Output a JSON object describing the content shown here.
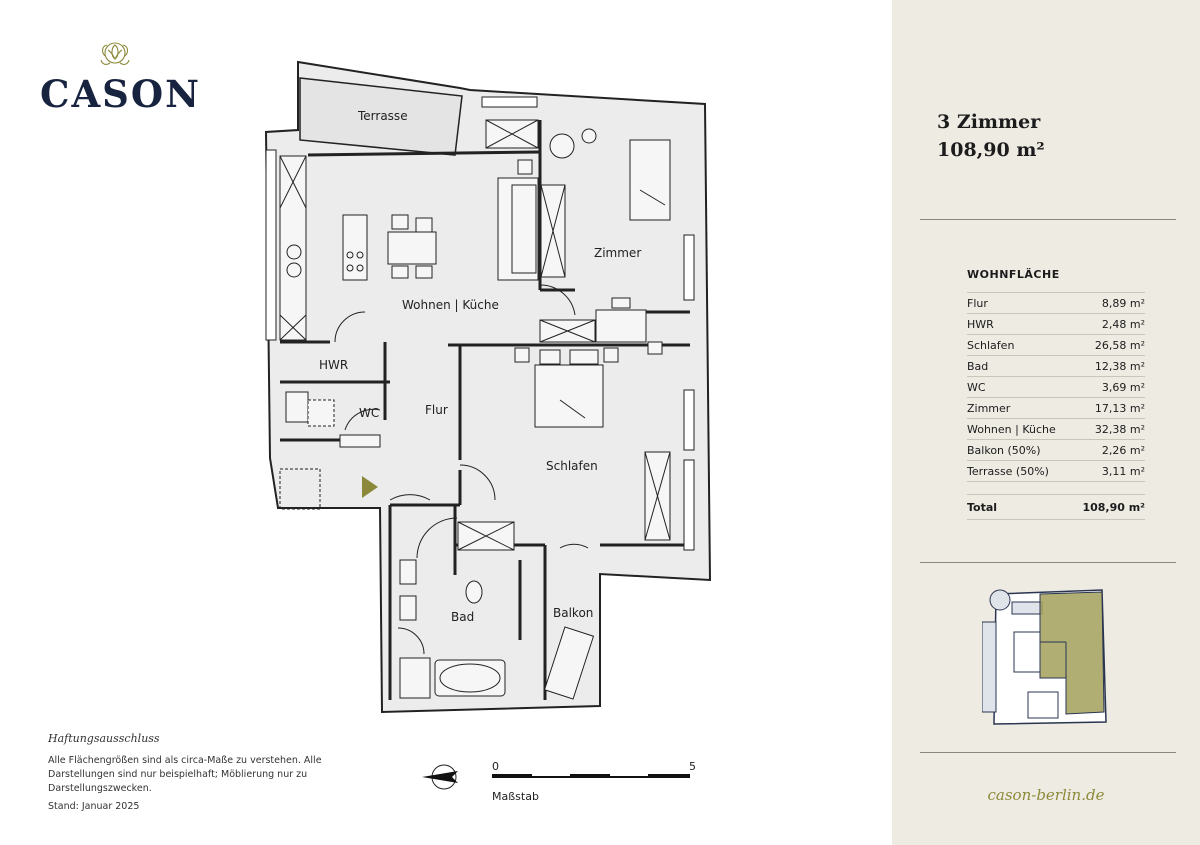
{
  "brand": {
    "name": "CASON"
  },
  "rooms": {
    "terrasse": "Terrasse",
    "zimmer": "Zimmer",
    "wohnen": "Wohnen | Küche",
    "hwr": "HWR",
    "wc": "WC",
    "flur": "Flur",
    "schlafen": "Schlafen",
    "bad": "Bad",
    "balkon": "Balkon"
  },
  "disclaimer": {
    "title": "Haftungsausschluss",
    "text": "Alle Flächengrößen sind als circa-Maße zu verstehen. Alle Darstellungen sind nur beispielhaft; Möblierung nur zu Darstellungszwecken.",
    "date": "Stand: Januar 2025"
  },
  "scale": {
    "start": "0",
    "end": "5",
    "label": "Maßstab"
  },
  "unit": {
    "rooms": "3 Zimmer",
    "area": "108,90 m²"
  },
  "areas": {
    "heading": "WOHNFLÄCHE",
    "rows": [
      {
        "name": "Flur",
        "value": "8,89 m²"
      },
      {
        "name": "HWR",
        "value": "2,48 m²"
      },
      {
        "name": "Schlafen",
        "value": "26,58 m²"
      },
      {
        "name": "Bad",
        "value": "12,38 m²"
      },
      {
        "name": "WC",
        "value": "3,69 m²"
      },
      {
        "name": "Zimmer",
        "value": "17,13 m²"
      },
      {
        "name": "Wohnen | Küche",
        "value": "32,38 m²"
      },
      {
        "name": "Balkon (50%)",
        "value": "2,26 m²"
      },
      {
        "name": "Terrasse (50%)",
        "value": "3,11 m²"
      }
    ],
    "total_label": "Total",
    "total_value": "108,90 m²"
  },
  "website": "cason-berlin.de",
  "colors": {
    "accent": "#8c8a3a",
    "brand_navy": "#17233f",
    "panel_bg": "#eeebe3",
    "floor_fill": "#ececec",
    "highlight": "#a3a05a"
  }
}
